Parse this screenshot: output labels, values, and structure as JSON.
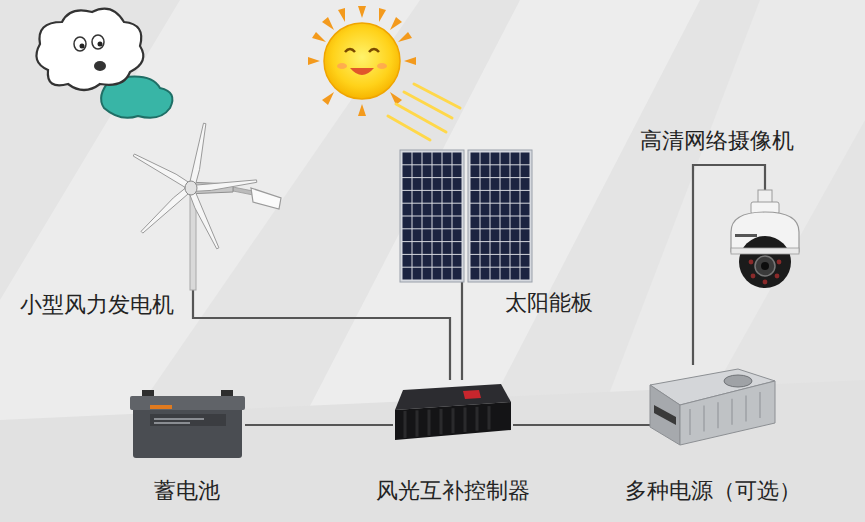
{
  "diagram": {
    "nodes": [
      {
        "text": [
          "小型风力发电机"
        ]
      },
      {
        "text": [
          "太阳能板"
        ]
      },
      {
        "text": [
          "高清网络摄像机"
        ]
      },
      {
        "text": [
          "蓄电池"
        ]
      },
      {
        "text": [
          "风光互补控制器"
        ]
      },
      {
        "text": [
          "多种电源（可选）"
        ]
      }
    ],
    "edges": [
      {
        "from": 0,
        "to": 4,
        "arrow": "none"
      },
      {
        "from": 1,
        "to": 4,
        "arrow": "none"
      },
      {
        "from": 3,
        "to": 4,
        "arrow": "none"
      },
      {
        "from": 4,
        "to": 5,
        "arrow": "none"
      },
      {
        "from": 5,
        "to": 2,
        "arrow": "none"
      }
    ]
  }
}
